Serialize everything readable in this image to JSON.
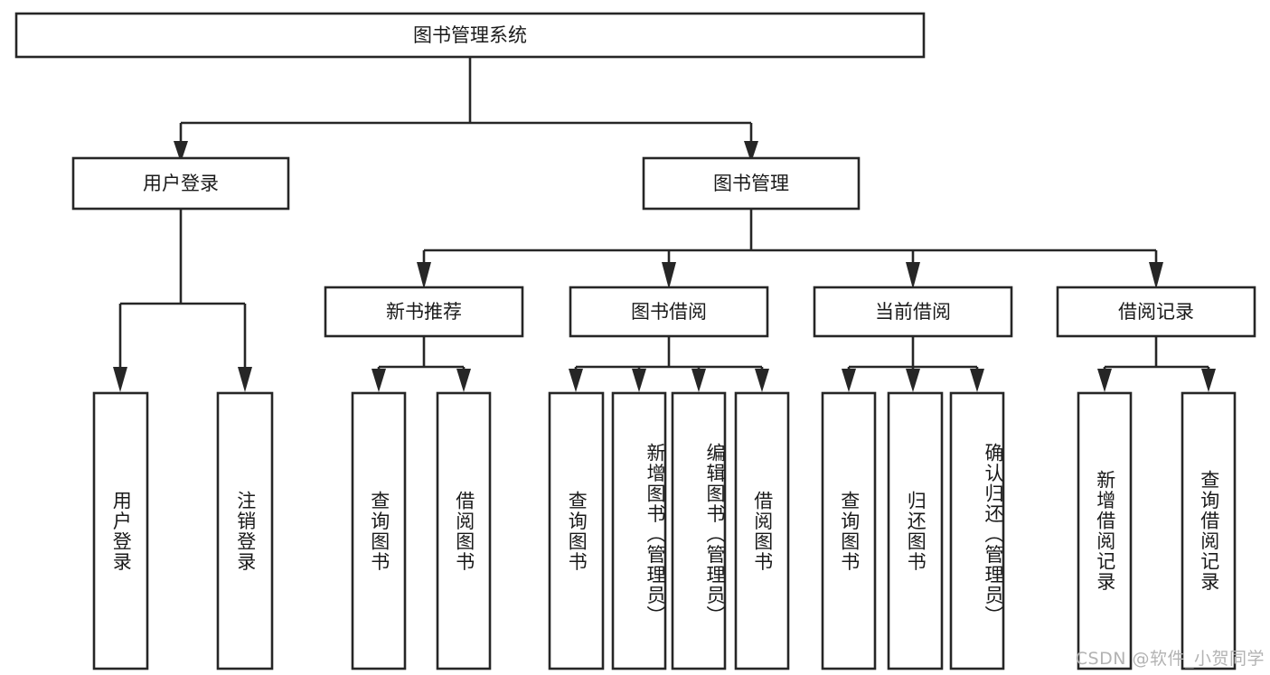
{
  "diagram": {
    "type": "hierarchy-tree",
    "title": "图书管理系统",
    "root": {
      "id": "root",
      "label": "图书管理系统",
      "orientation": "horizontal"
    },
    "level2": [
      {
        "id": "user-login",
        "label": "用户登录",
        "orientation": "horizontal"
      },
      {
        "id": "book-management",
        "label": "图书管理",
        "orientation": "horizontal"
      }
    ],
    "level3": [
      {
        "id": "new-book-recommend",
        "label": "新书推荐",
        "orientation": "horizontal",
        "parent": "book-management"
      },
      {
        "id": "book-borrow",
        "label": "图书借阅",
        "orientation": "horizontal",
        "parent": "book-management"
      },
      {
        "id": "current-borrow",
        "label": "当前借阅",
        "orientation": "horizontal",
        "parent": "book-management"
      },
      {
        "id": "borrow-record",
        "label": "借阅记录",
        "orientation": "horizontal",
        "parent": "book-management"
      }
    ],
    "leaves": [
      {
        "id": "leaf-user-login",
        "label": "用户登录",
        "orientation": "vertical",
        "parent": "user-login"
      },
      {
        "id": "leaf-user-logout",
        "label": "注销登录",
        "orientation": "vertical",
        "parent": "user-login"
      },
      {
        "id": "leaf-query-book-1",
        "label": "查询图书",
        "orientation": "vertical",
        "parent": "new-book-recommend"
      },
      {
        "id": "leaf-borrow-book-1",
        "label": "借阅图书",
        "orientation": "vertical",
        "parent": "new-book-recommend"
      },
      {
        "id": "leaf-query-book-2",
        "label": "查询图书",
        "orientation": "vertical",
        "parent": "book-borrow"
      },
      {
        "id": "leaf-add-book",
        "label": "新增图书（管理员）",
        "orientation": "vertical",
        "parent": "book-borrow"
      },
      {
        "id": "leaf-edit-book",
        "label": "编辑图书（管理员）",
        "orientation": "vertical",
        "parent": "book-borrow"
      },
      {
        "id": "leaf-borrow-book-2",
        "label": "借阅图书",
        "orientation": "vertical",
        "parent": "book-borrow"
      },
      {
        "id": "leaf-query-book-3",
        "label": "查询图书",
        "orientation": "vertical",
        "parent": "current-borrow"
      },
      {
        "id": "leaf-return-book",
        "label": "归还图书",
        "orientation": "vertical",
        "parent": "current-borrow"
      },
      {
        "id": "leaf-confirm-return",
        "label": "确认归还（管理员）",
        "orientation": "vertical",
        "parent": "current-borrow"
      },
      {
        "id": "leaf-add-record",
        "label": "新增借阅记录",
        "orientation": "vertical",
        "parent": "borrow-record"
      },
      {
        "id": "leaf-query-record",
        "label": "查询借阅记录",
        "orientation": "vertical",
        "parent": "borrow-record"
      }
    ],
    "colors": {
      "box_stroke": "#262626",
      "box_fill": "#ffffff",
      "connector": "#262626",
      "text": "#1a1a1a",
      "background": "#ffffff",
      "watermark": "#b3b3b3"
    }
  },
  "watermark": {
    "text": "CSDN @软件_小贺同学"
  }
}
